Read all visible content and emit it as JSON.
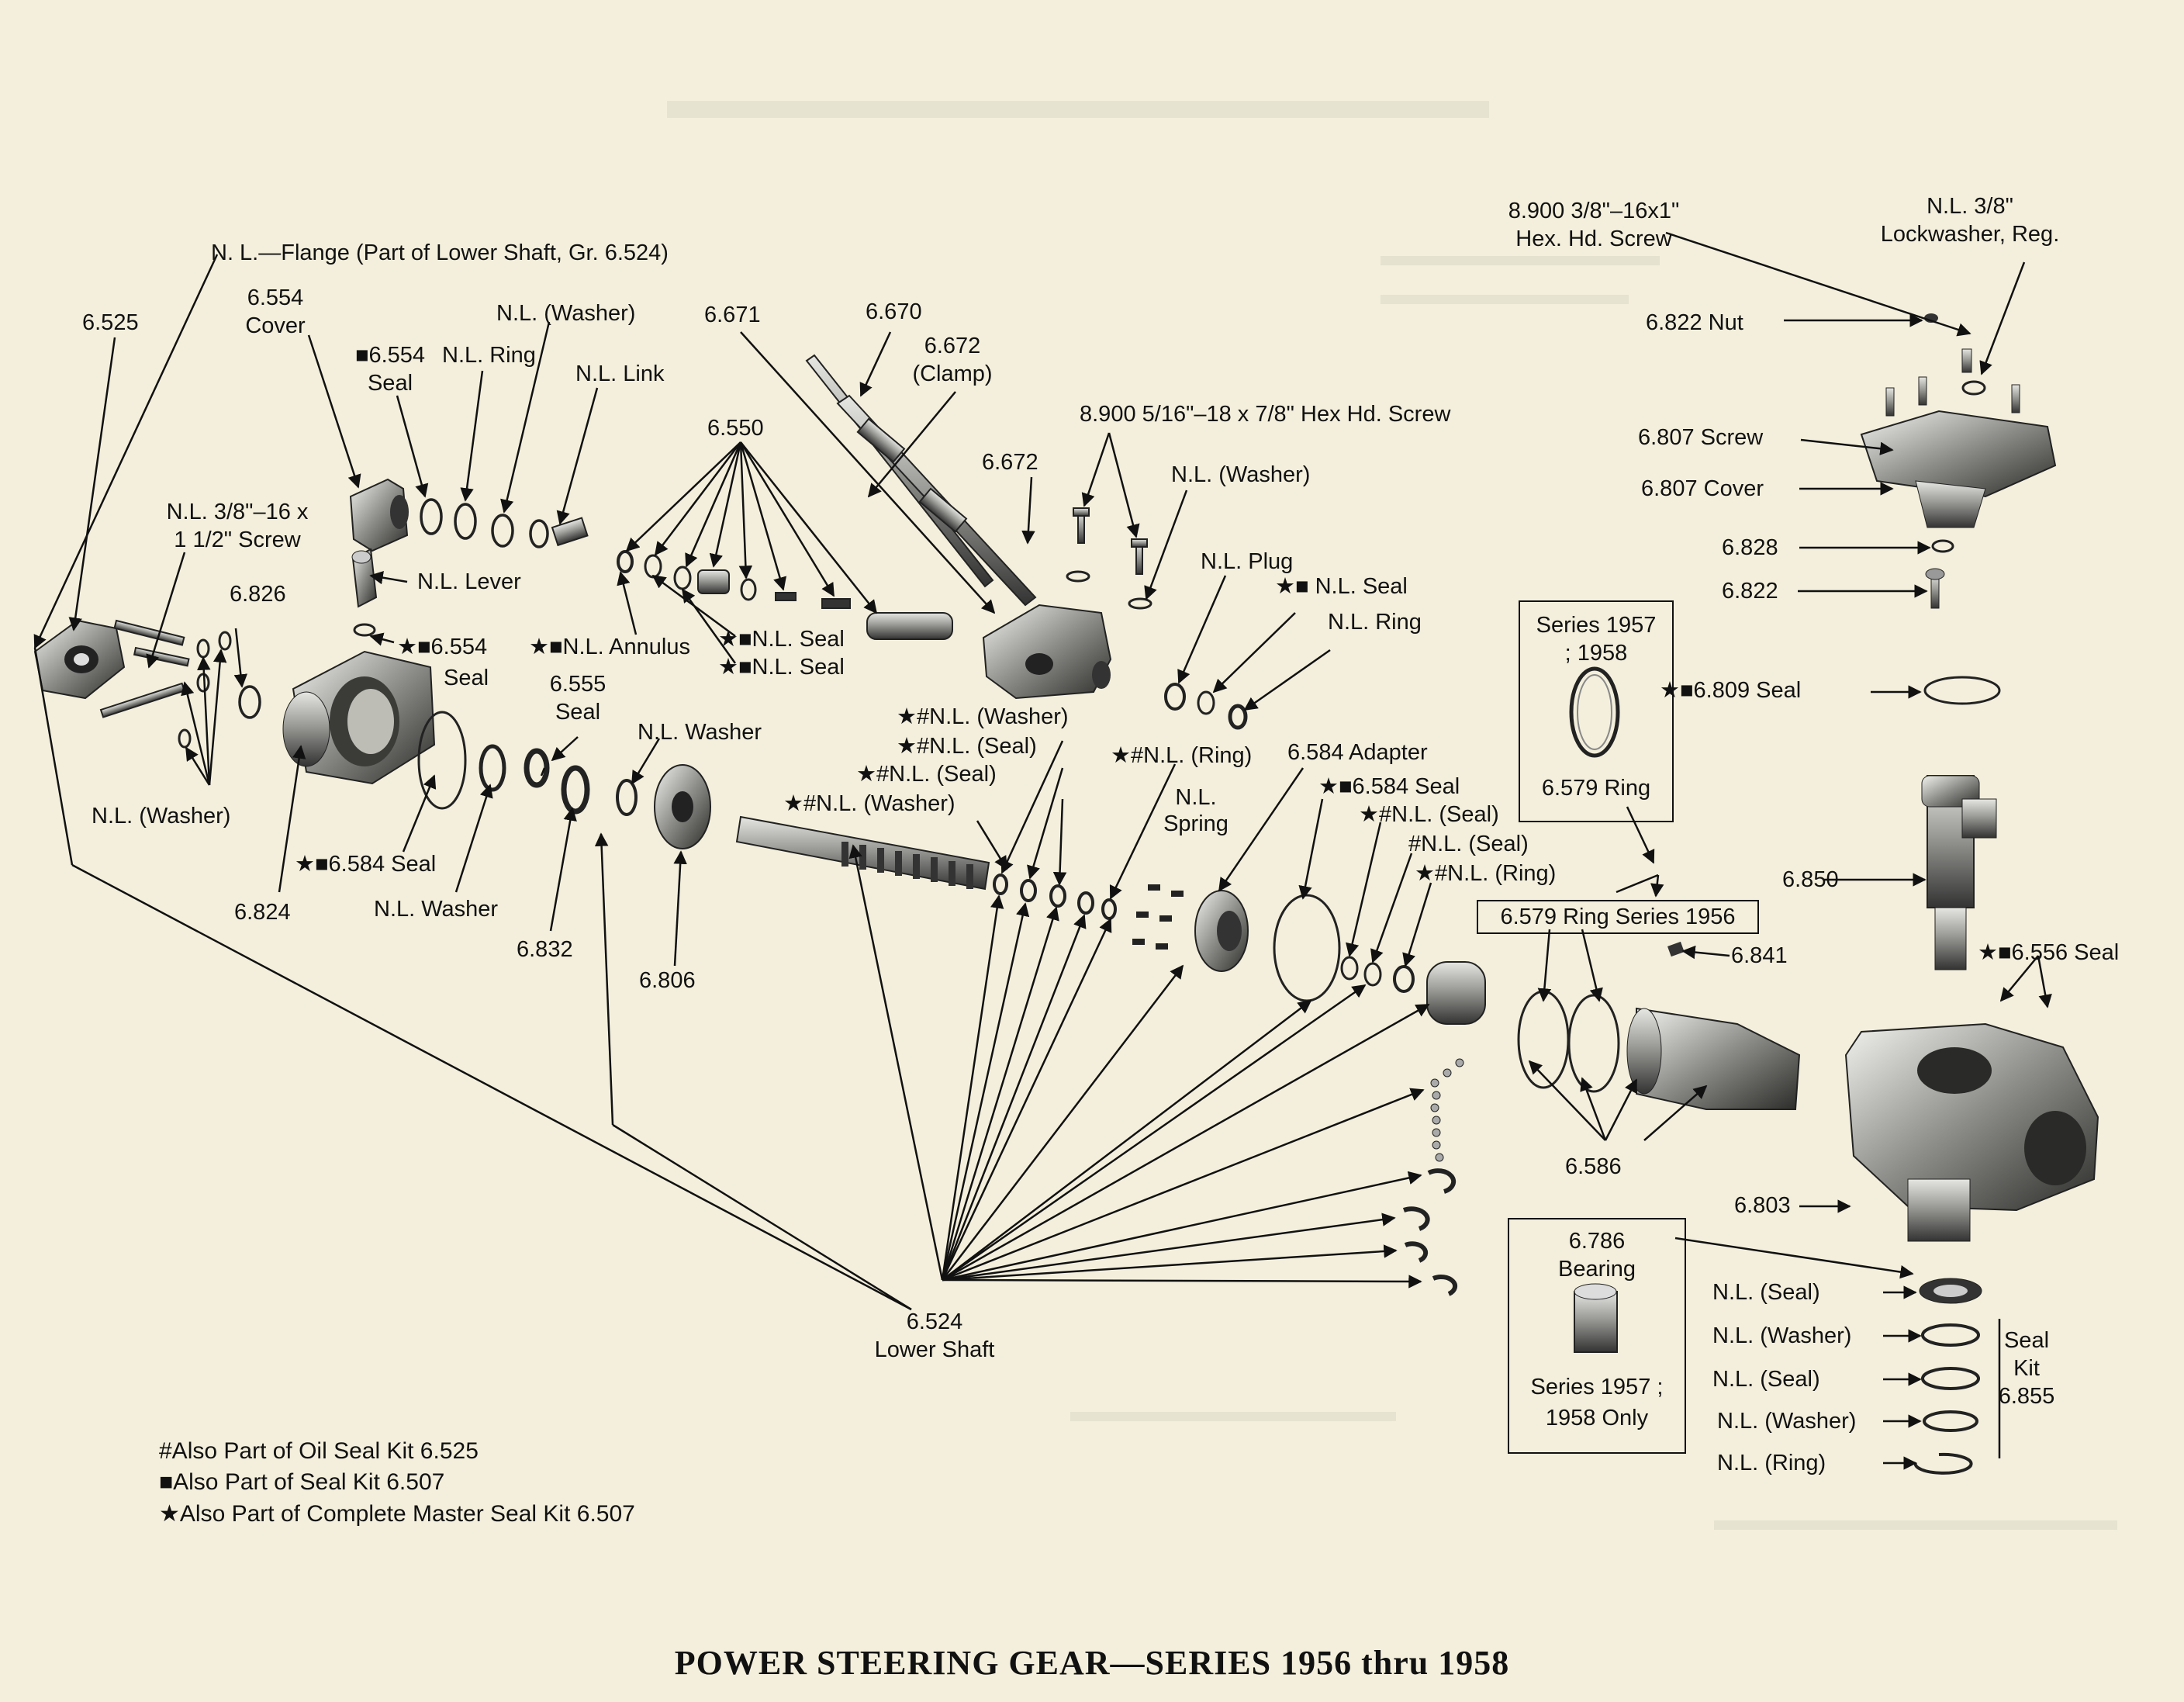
{
  "title": "POWER STEERING GEAR—SERIES 1956 thru 1958",
  "labels": {
    "flange": "N. L.—Flange (Part of Lower Shaft, Gr. 6.524)",
    "p6525": "6.525",
    "p6554_cover_num": "6.554",
    "p6554_cover_txt": "Cover",
    "p6554_seal_a": "■6.554",
    "p6554_seal_b": "Seal",
    "nl_ring_top": "N.L. Ring",
    "nl_washer_top": "N.L. (Washer)",
    "nl_link": "N.L. Link",
    "p6671": "6.671",
    "p6670": "6.670",
    "p6672_clamp_a": "6.672",
    "p6672_clamp_b": "(Clamp)",
    "p6550": "6.550",
    "p6672": "6.672",
    "screw516": "8.900 5/16\"–18 x 7/8\" Hex Hd. Screw",
    "screw38_a": "8.900 3/8\"–16x1\"",
    "screw38_b": "Hex. Hd. Screw",
    "lockwasher_a": "N.L. 3/8\"",
    "lockwasher_b": "Lockwasher, Reg.",
    "p6822nut": "6.822 Nut",
    "p6807screw": "6.807 Screw",
    "p6807cover": "6.807 Cover",
    "p6828": "6.828",
    "p6822": "6.822",
    "nl_screw_a": "N.L. 3/8\"–16 x",
    "nl_screw_b": "1 1/2\" Screw",
    "nl_lever": "N.L. Lever",
    "p6826": "6.826",
    "star6554seal_a": "★■6.554",
    "star6554seal_b": "Seal",
    "nl_annulus": "★■N.L. Annulus",
    "nl_seal_a": "★■N.L. Seal",
    "nl_seal_b": "★■N.L. Seal",
    "nl_washer_mid_r": "N.L. (Washer)",
    "nl_plug": "N.L. Plug",
    "star_nl_seal": "★■ N.L. Seal",
    "nl_ring_r": "N.L. Ring",
    "series_box_a": "Series 1957",
    "series_box_b": "; 1958",
    "series_box_c": "6.579 Ring",
    "p6809seal": "★■6.809 Seal",
    "p6555_a": "6.555",
    "p6555_b": "Seal",
    "nl_washer_mid": "N.L. Washer",
    "nl_washer_sh1": "★#N.L. (Washer)",
    "nl_seal_sh1": "★#N.L. (Seal)",
    "nl_seal_sh2": "★#N.L. (Seal)",
    "nl_washer_sh2": "★#N.L. (Washer)",
    "nl_ring_sh": "★#N.L. (Ring)",
    "nl_spring_a": "N.L.",
    "nl_spring_b": "Spring",
    "p6584adapter": "6.584 Adapter",
    "p6584seal": "★■6.584 Seal",
    "nl_seal_star_hash": "★#N.L. (Seal)",
    "nl_seal_hash": "#N.L. (Seal)",
    "nl_ring_star_hash": "★#N.L. (Ring)",
    "ring1956": "6.579 Ring Series 1956",
    "p6841": "6.841",
    "p6850": "6.850",
    "p6556seal": "★■6.556 Seal",
    "nl_washer_left": "N.L. (Washer)",
    "p6824": "6.824",
    "p6584seal_left": "★■6.584 Seal",
    "nl_washer_low": "N.L. Washer",
    "p6832": "6.832",
    "p6806": "6.806",
    "p6586": "6.586",
    "p6803": "6.803",
    "p6524_a": "6.524",
    "p6524_b": "Lower Shaft",
    "bearing_a": "6.786",
    "bearing_b": "Bearing",
    "bearing_c": "Series 1957 ;",
    "bearing_d": "1958 Only",
    "kit_nl_seal1": "N.L. (Seal)",
    "kit_nl_washer1": "N.L. (Washer)",
    "kit_nl_seal2": "N.L. (Seal)",
    "kit_nl_washer2": "N.L. (Washer)",
    "kit_nl_ring": "N.L. (Ring)",
    "kit_a": "Seal",
    "kit_b": "Kit",
    "kit_c": "6.855"
  },
  "footnotes": [
    "#Also Part of Oil Seal Kit 6.525",
    "■Also Part of Seal Kit 6.507",
    "★Also Part of Complete Master Seal Kit 6.507"
  ]
}
